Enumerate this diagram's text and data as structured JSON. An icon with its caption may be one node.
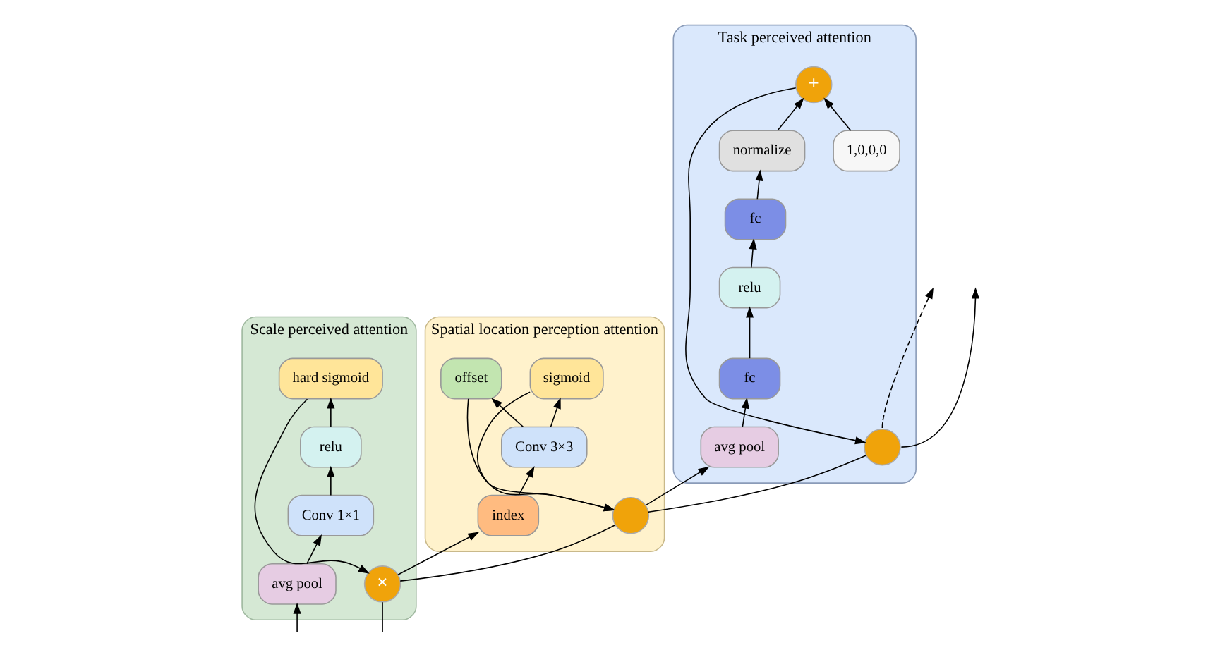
{
  "diagram": {
    "nodes": [
      {
        "text": [
          "Scale perceived attention"
        ]
      },
      {
        "text": [
          "avg pool"
        ],
        "in": 0
      },
      {
        "text": [
          "Conv 1×1"
        ],
        "in": 0
      },
      {
        "text": [
          "relu"
        ],
        "in": 0
      },
      {
        "text": [
          "hard sigmoid"
        ],
        "in": 0
      },
      {
        "text": [
          "×"
        ],
        "in": 0
      },
      {
        "text": [
          "Spatial location perception attention"
        ]
      },
      {
        "text": [
          "index"
        ],
        "in": 6
      },
      {
        "text": [
          "Conv 3×3"
        ],
        "in": 6
      },
      {
        "text": [
          "sigmoid"
        ],
        "in": 6
      },
      {
        "text": [
          "offset"
        ],
        "in": 6
      },
      {
        "text": [],
        "shape": "circle",
        "in": 6
      },
      {
        "text": [
          "Task perceived attention"
        ]
      },
      {
        "text": [
          "avg pool"
        ],
        "in": 12
      },
      {
        "text": [
          "fc"
        ],
        "in": 12
      },
      {
        "text": [
          "relu"
        ],
        "in": 12
      },
      {
        "text": [
          "fc"
        ],
        "in": 12
      },
      {
        "text": [
          "normalize"
        ],
        "in": 12
      },
      {
        "text": [
          "1,0,0,0"
        ],
        "in": 12
      },
      {
        "text": [
          "+"
        ],
        "in": 12
      },
      {
        "text": [],
        "shape": "circle",
        "in": 12
      }
    ],
    "edges": [
      {
        "from": null,
        "to": 5,
        "arrow": "none"
      },
      {
        "from": null,
        "to": 1,
        "arrow": "to"
      },
      {
        "from": 1,
        "to": 2,
        "arrow": "to"
      },
      {
        "from": 2,
        "to": 3,
        "arrow": "to"
      },
      {
        "from": 3,
        "to": 4,
        "arrow": "to"
      },
      {
        "from": 4,
        "to": 5,
        "arrow": "to"
      },
      {
        "from": 5,
        "to": 11,
        "arrow": "none"
      },
      {
        "from": 5,
        "to": 7,
        "arrow": "to"
      },
      {
        "from": 7,
        "to": 8,
        "arrow": "to"
      },
      {
        "from": 8,
        "to": 9,
        "arrow": "to"
      },
      {
        "from": 8,
        "to": 10,
        "arrow": "to"
      },
      {
        "from": 10,
        "to": 11,
        "arrow": "to"
      },
      {
        "from": 9,
        "to": 11,
        "arrow": "to"
      },
      {
        "from": 11,
        "to": 20,
        "arrow": "none"
      },
      {
        "from": 11,
        "to": 13,
        "arrow": "to"
      },
      {
        "from": 13,
        "to": 14,
        "arrow": "to"
      },
      {
        "from": 14,
        "to": 15,
        "arrow": "to"
      },
      {
        "from": 15,
        "to": 16,
        "arrow": "to"
      },
      {
        "from": 16,
        "to": 17,
        "arrow": "to"
      },
      {
        "from": 17,
        "to": 19,
        "arrow": "to"
      },
      {
        "from": 18,
        "to": 19,
        "arrow": "to"
      },
      {
        "from": 19,
        "to": 20,
        "arrow": "to"
      },
      {
        "from": 20,
        "to": null,
        "arrow": "to"
      },
      {
        "from": 20,
        "to": null,
        "arrow": "to",
        "style": "dashed"
      }
    ]
  }
}
